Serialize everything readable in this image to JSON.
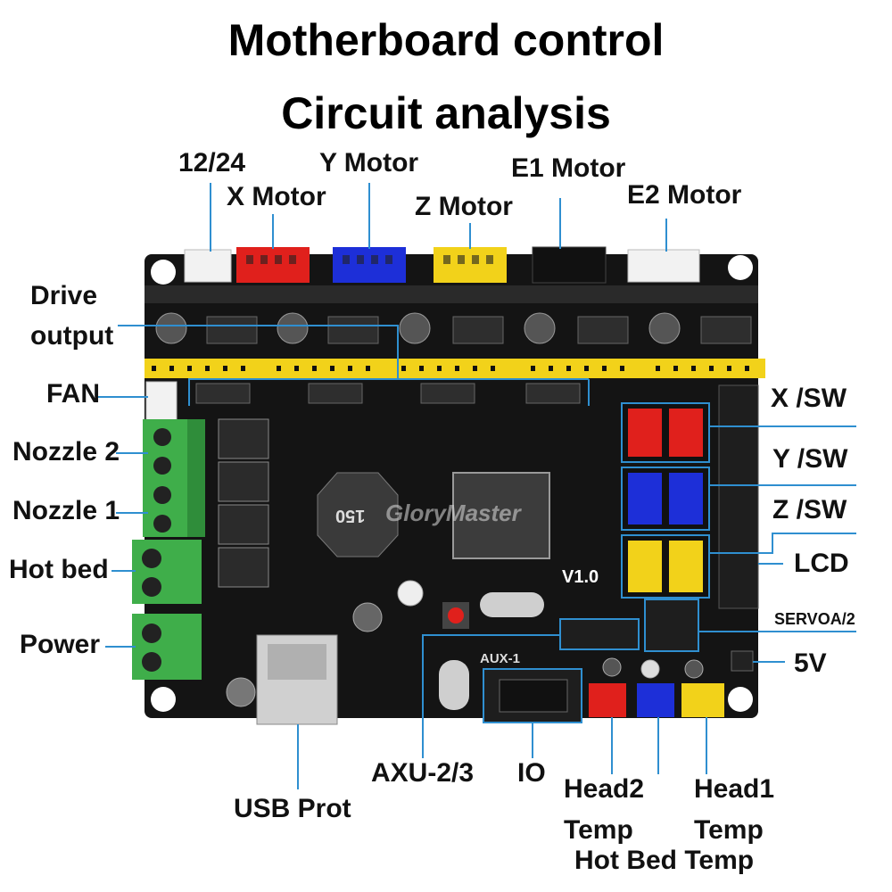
{
  "title": {
    "line1": "Motherboard control",
    "line2": "Circuit analysis"
  },
  "labels": {
    "power_12_24": "12/24",
    "x_motor": "X Motor",
    "y_motor": "Y Motor",
    "z_motor": "Z Motor",
    "e1_motor": "E1 Motor",
    "e2_motor": "E2 Motor",
    "drive_output_1": "Drive",
    "drive_output_2": "output",
    "fan": "FAN",
    "nozzle2": "Nozzle 2",
    "nozzle1": "Nozzle 1",
    "hot_bed": "Hot bed",
    "power": "Power",
    "x_sw": "X /SW",
    "y_sw": "Y /SW",
    "z_sw": "Z /SW",
    "lcd": "LCD",
    "servo": "SERVOA/2",
    "v5": "5V",
    "axu": "AXU-2/3",
    "io": "IO",
    "usb": "USB Prot",
    "head2_1": "Head2",
    "head2_2": "Temp",
    "head1_1": "Head1",
    "head1_2": "Temp",
    "hotbed_temp": "Hot Bed Temp"
  },
  "board": {
    "brand": "GloryMaster",
    "version": "V1.0",
    "aux1": "AUX-1",
    "capacitor": "150"
  },
  "colors": {
    "line": "#2f8fd0",
    "pcb": "#161616",
    "yellow": "#f2d21a",
    "red": "#e0201c",
    "blue": "#1d2fd8",
    "green": "#3fae4a"
  }
}
